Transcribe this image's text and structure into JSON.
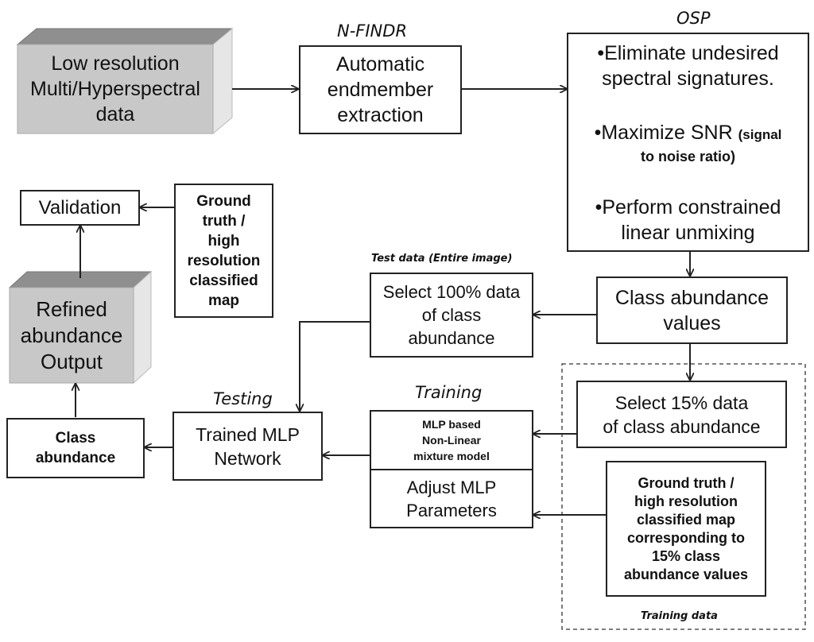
{
  "low_res": {
    "lines": [
      "Low resolution",
      "Multi/Hyperspectral",
      "data"
    ]
  },
  "nfindr": {
    "label": "N-FINDR",
    "lines": [
      "Automatic",
      "endmember",
      "extraction"
    ]
  },
  "osp": {
    "label": "OSP",
    "step1": [
      "•Eliminate undesired",
      "spectral signatures."
    ],
    "step2_main": "•Maximize SNR",
    "step2_bold1": "(signal",
    "step2_bold2": "to noise ratio)",
    "step3": [
      "•Perform constrained",
      "linear unmixing"
    ]
  },
  "validation": {
    "label": "Validation"
  },
  "ground_truth_top": {
    "lines": [
      "Ground",
      "truth /",
      "high",
      "resolution",
      "classified",
      "map"
    ]
  },
  "refined": {
    "lines": [
      "Refined",
      "abundance",
      "Output"
    ]
  },
  "test_data": {
    "label": "Test data (Entire image)",
    "lines": [
      "Select 100% data",
      "of class",
      "abundance"
    ]
  },
  "class_abundance_values": {
    "lines": [
      "Class abundance",
      "values"
    ]
  },
  "select_15": {
    "lines": [
      "Select 15% data",
      "of class abundance"
    ]
  },
  "testing": {
    "label": "Testing",
    "lines": [
      "Trained MLP",
      "Network"
    ]
  },
  "training": {
    "label": "Training",
    "mlp_lines": [
      "MLP based",
      "Non-Linear",
      "mixture model"
    ],
    "adjust_lines": [
      "Adjust MLP",
      "Parameters"
    ]
  },
  "class_abundance_out": {
    "lines": [
      "Class",
      "abundance"
    ]
  },
  "ground_truth_bottom": {
    "lines": [
      "Ground truth /",
      "high resolution",
      "classified map",
      "corresponding to",
      "15% class",
      "abundance values"
    ]
  },
  "training_data": {
    "label": "Training data"
  },
  "colors": {
    "cube_front": "#c8c8c8",
    "cube_top": "#8f8f8f",
    "cube_side": "#e6e6e6",
    "stroke": "#222222"
  }
}
